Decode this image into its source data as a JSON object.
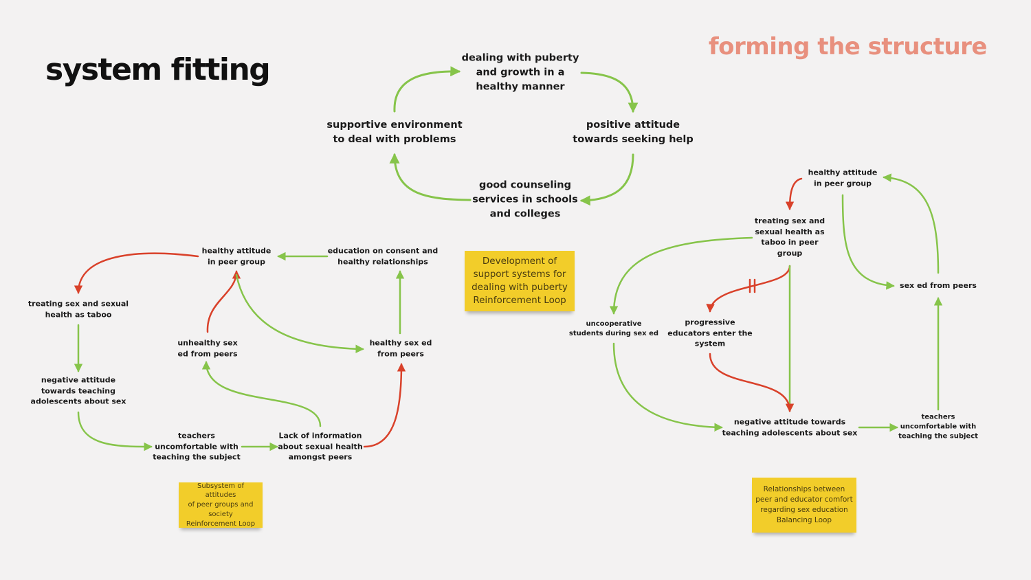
{
  "page": {
    "title": "system fitting",
    "section_label": "forming the structure"
  },
  "colors": {
    "positive_link": "#86c44a",
    "negative_link": "#d9412a",
    "sticky": "#f2cd2a",
    "accent": "#e8907e"
  },
  "loop_top": {
    "nodes": {
      "puberty": "dealing with puberty\nand growth in a\nhealthy manner",
      "help": "positive attitude\ntowards seeking help",
      "counseling": "good counseling\nservices in schools\nand colleges",
      "supportive": "supportive environment\nto deal with problems"
    },
    "note": "Development of\nsupport systems for\ndealing with puberty\nReinforcement Loop"
  },
  "loop_left": {
    "nodes": {
      "healthy_attitude": "healthy attitude\nin peer group",
      "consent": "education on consent and\nhealthy relationships",
      "taboo": "treating sex and sexual\nhealth as taboo",
      "unhealthy_ed": "unhealthy sex\ned from peers",
      "healthy_ed": "healthy sex ed\nfrom peers",
      "negative_attitude": "negative attitude\ntowards teaching\nadolescents about sex",
      "teachers": "teachers\nuncomfortable with\nteaching the subject",
      "lack_info": "Lack of information\nabout sexual health\namongst peers"
    },
    "note": "Subsystem of attitudes\nof peer groups and\nsociety\nReinforcement Loop"
  },
  "loop_right": {
    "nodes": {
      "healthy_attitude": "healthy attitude\nin peer group",
      "taboo": "treating sex and\nsexual health as\ntaboo in peer\ngroup",
      "sex_ed_peers": "sex ed from peers",
      "uncooperative": "uncooperative\nstudents during sex ed",
      "progressive": "progressive\neducators enter the\nsystem",
      "negative_attitude": "negative attitude towards\nteaching adolescents about sex",
      "teachers": "teachers\nuncomfortable with\nteaching the subject"
    },
    "note": "Relationships between\npeer and educator comfort\nregarding sex education\nBalancing Loop"
  }
}
